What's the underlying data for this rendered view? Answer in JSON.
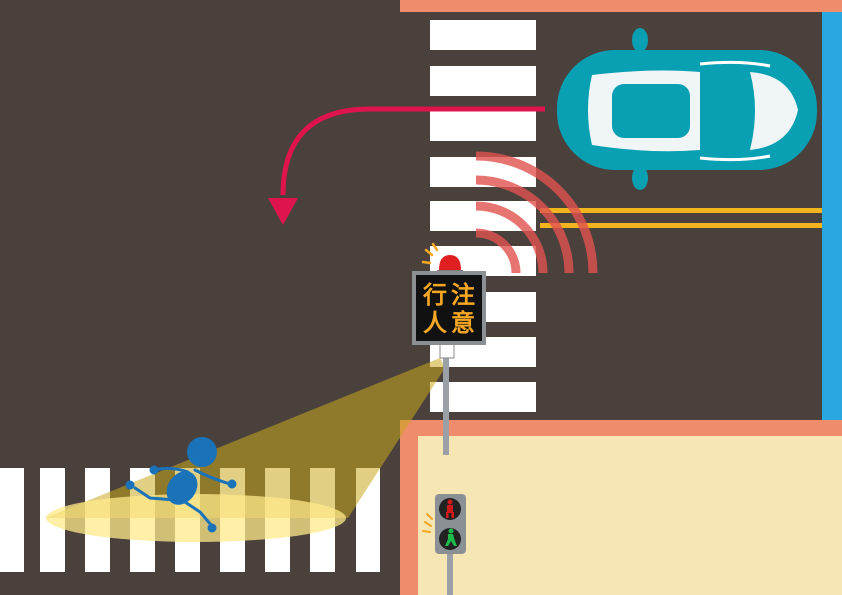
{
  "sign": {
    "chars": [
      "行",
      "注",
      "人",
      "意"
    ]
  },
  "colors": {
    "road": "#4a413d",
    "curb": "#ef8c6b",
    "sidewalk": "#f5e6b3",
    "stripe": "#ffffff",
    "blue_edge": "#29a7df",
    "car_body": "#0aa0b4",
    "turn_arrow": "#e0144c",
    "warning_waves": "#e0524f",
    "center_line": "#f2b51e",
    "pedestrian": "#1a72b8",
    "light_beam": "#c9a81e",
    "sign_text": "#f5a623",
    "beacon": "#e02020",
    "ped_signal_red": "#d0191b",
    "ped_signal_green": "#1dbb4a"
  },
  "icons": [
    "car-icon",
    "turn-arrow-icon",
    "radar-waves-icon",
    "warning-beacon-icon",
    "pedestrian-icon",
    "pedestrian-signal-icon"
  ]
}
